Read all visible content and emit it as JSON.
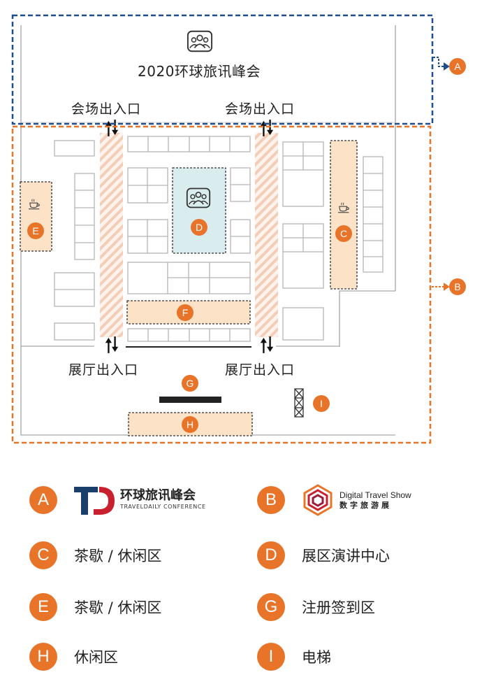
{
  "floorplan": {
    "conference_title": "2020环球旅讯峰会",
    "venue_entrance_label": "会场出入口",
    "hall_entrance_label": "展厅出入口",
    "zone_letters": [
      "A",
      "B"
    ],
    "markers": [
      "C",
      "D",
      "E",
      "F",
      "G",
      "H",
      "I"
    ]
  },
  "legend": {
    "items": [
      {
        "letter": "A",
        "kind": "logo-traveldaily",
        "title": "环球旅讯峰会",
        "subtitle": "TRAVELDAILY CONFERENCE"
      },
      {
        "letter": "B",
        "kind": "logo-dts",
        "title": "Digital Travel Show",
        "subtitle": "数字旅游展"
      },
      {
        "letter": "C",
        "label": "茶歇 / 休闲区"
      },
      {
        "letter": "D",
        "label": "展区演讲中心"
      },
      {
        "letter": "E",
        "label": "茶歇 / 休闲区"
      },
      {
        "letter": "G",
        "label": "注册签到区"
      },
      {
        "letter": "H",
        "label": "休闲区"
      },
      {
        "letter": "I",
        "label": "电梯"
      }
    ]
  },
  "colors": {
    "accent_orange": "#e8742a",
    "zone_blue": "#1f4e8c",
    "zone_fill": "#fce3c8",
    "stage_fill": "#d9ecee",
    "traveldaily_navy": "#1b3f6b",
    "traveldaily_red": "#c8202f"
  },
  "icons": [
    "people-speaker-icon",
    "coffee-cup-icon",
    "entrance-arrows-icon",
    "elevator-icon"
  ]
}
